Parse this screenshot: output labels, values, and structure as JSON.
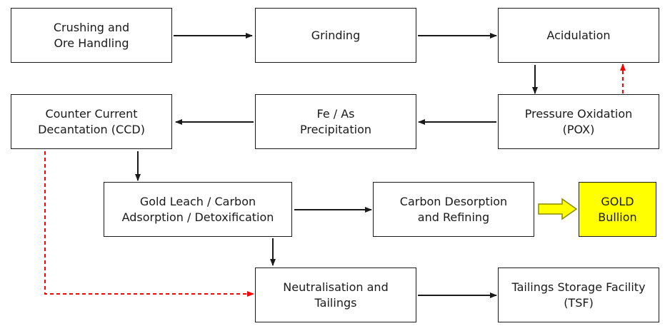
{
  "nodes": {
    "crushing": {
      "lines": [
        "Crushing and",
        "Ore Handling"
      ]
    },
    "grinding": {
      "lines": [
        "Grinding"
      ]
    },
    "acidulation": {
      "lines": [
        "Acidulation"
      ]
    },
    "ccd": {
      "lines": [
        "Counter Current",
        "Decantation (CCD)"
      ]
    },
    "precip": {
      "lines": [
        "Fe / As",
        "Precipitation"
      ]
    },
    "pox": {
      "lines": [
        "Pressure Oxidation",
        "(POX)"
      ]
    },
    "leach": {
      "lines": [
        "Gold Leach / Carbon",
        "Adsorption / Detoxification"
      ]
    },
    "desorption": {
      "lines": [
        "Carbon Desorption",
        "and Refining"
      ]
    },
    "gold": {
      "lines": [
        "GOLD",
        "Bullion"
      ]
    },
    "neutral": {
      "lines": [
        "Neutralisation and",
        "Tailings"
      ]
    },
    "tsf": {
      "lines": [
        "Tailings Storage Facility",
        "(TSF)"
      ]
    }
  },
  "colors": {
    "line": "#1a1a1a",
    "dashed": "#ff0000",
    "gold_fill": "#ffff00",
    "gold_arrow_stroke": "#8a8a00"
  }
}
